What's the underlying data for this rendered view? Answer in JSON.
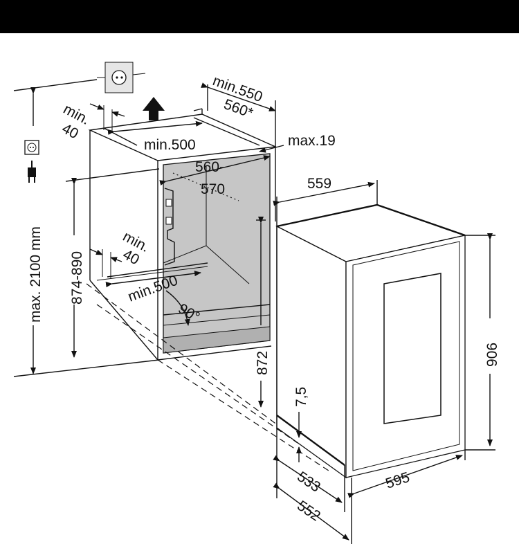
{
  "labels": {
    "min550": "min.550",
    "d560star": "560*",
    "min_top": "min.",
    "forty_top": "40",
    "min500_top": "min.500",
    "max19": "max.19",
    "d560_570_a": "560-",
    "d560_570_b": "570",
    "d559": "559",
    "max2100": "max. 2100 mm",
    "d874_890": "874-890",
    "min_bottom": "min.",
    "forty_bottom": "40",
    "min500_bottom": "min.500",
    "angle90": "90°",
    "d872": "872",
    "d7_5": "7,5",
    "d906": "906",
    "d533": "533",
    "d552": "552",
    "d595": "595"
  },
  "icons": [
    "outlet-icon",
    "air-flow-arrow-icon",
    "socket-icon",
    "plug-icon"
  ],
  "colors": {
    "niche_fill": "#c6c6c6",
    "line": "#111111",
    "header_bar": "#000000"
  }
}
